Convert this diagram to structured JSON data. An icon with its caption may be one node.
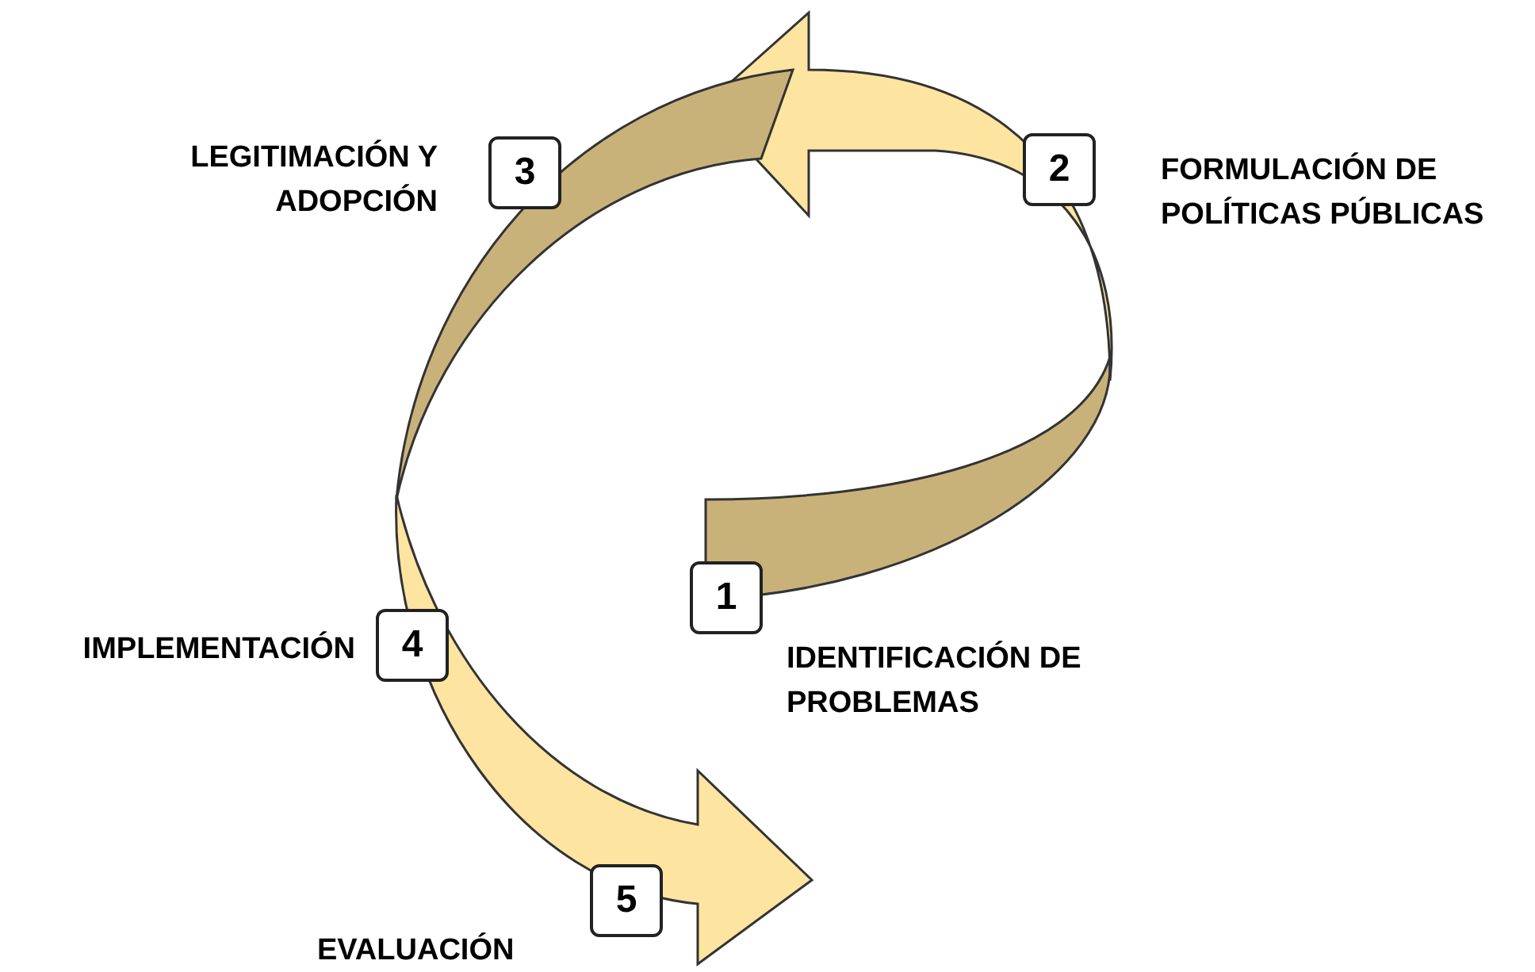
{
  "diagram": {
    "nodes": [
      {
        "text": [
          "1"
        ],
        "beside": [
          "IDENTIFICACIÓN DE PROBLEMAS"
        ]
      },
      {
        "text": [
          "2"
        ],
        "beside": [
          "FORMULACIÓN DE POLÍTICAS PÚBLICAS"
        ]
      },
      {
        "text": [
          "3"
        ],
        "beside": [
          "LEGITIMACIÓN Y ADOPCIÓN"
        ]
      },
      {
        "text": [
          "4"
        ],
        "beside": [
          "IMPLEMENTACIÓN"
        ]
      },
      {
        "text": [
          "5"
        ],
        "beside": [
          "EVALUACIÓN"
        ]
      }
    ]
  }
}
